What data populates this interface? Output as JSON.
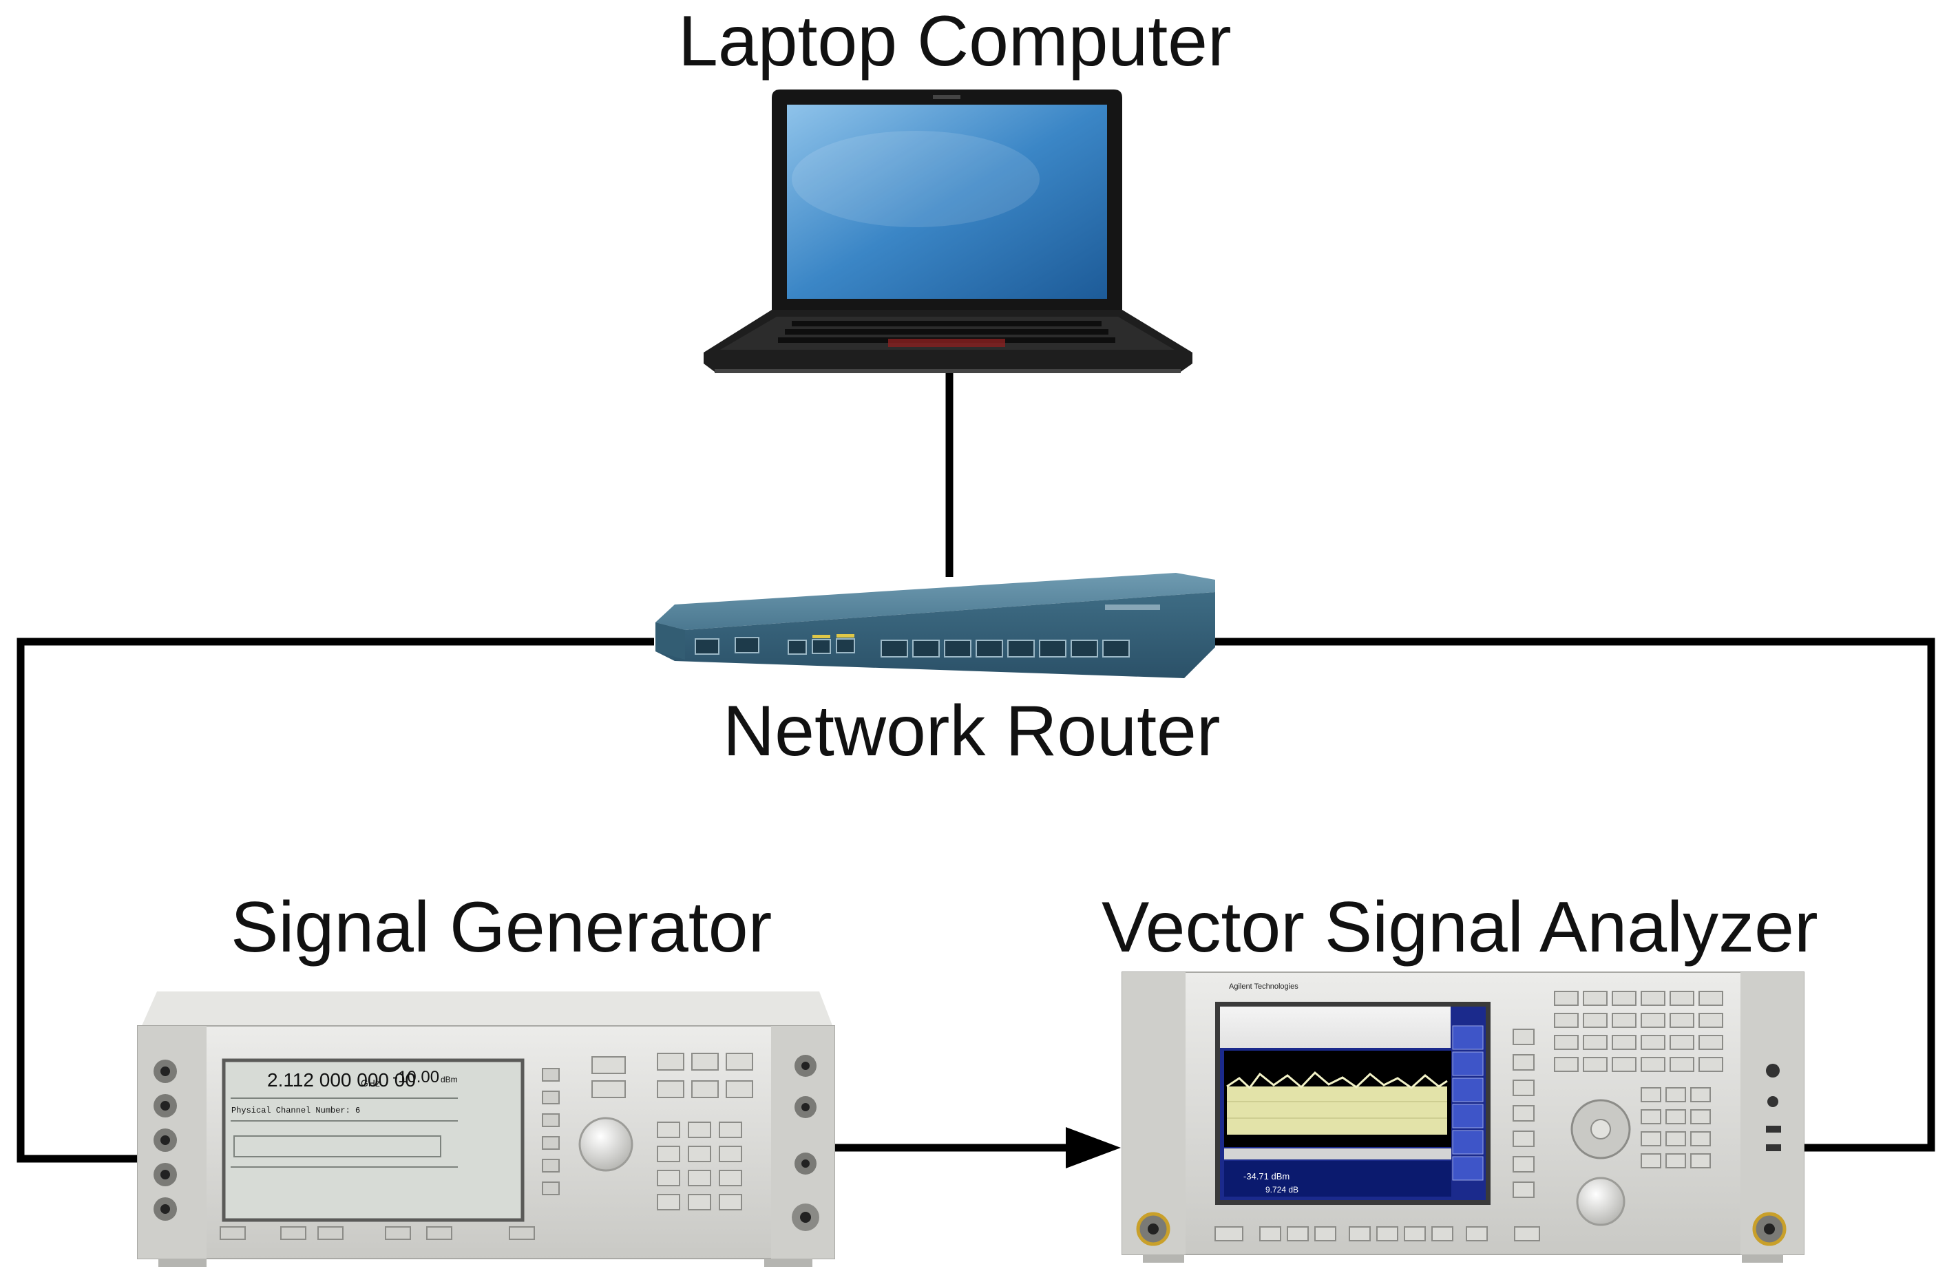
{
  "labels": {
    "laptop": "Laptop Computer",
    "router": "Network Router",
    "signal_generator": "Signal Generator",
    "vector_signal_analyzer": "Vector Signal Analyzer"
  },
  "signal_generator_screen": {
    "frequency": "2.112 000 000 00",
    "frequency_unit": "GHz",
    "amplitude": "-10.00",
    "amplitude_unit": "dBm",
    "channel_line": "Physical Channel Number: 6"
  },
  "analyzer_screen": {
    "brand": "Agilent Technologies",
    "mean_power": "-34.71 dBm",
    "peak_to_mean": "9.724 dB"
  },
  "colors": {
    "line": "#000000",
    "router_body": "#3f6f86",
    "laptop_screen": "#2f78b7",
    "instrument_body": "#d9d9d6"
  }
}
